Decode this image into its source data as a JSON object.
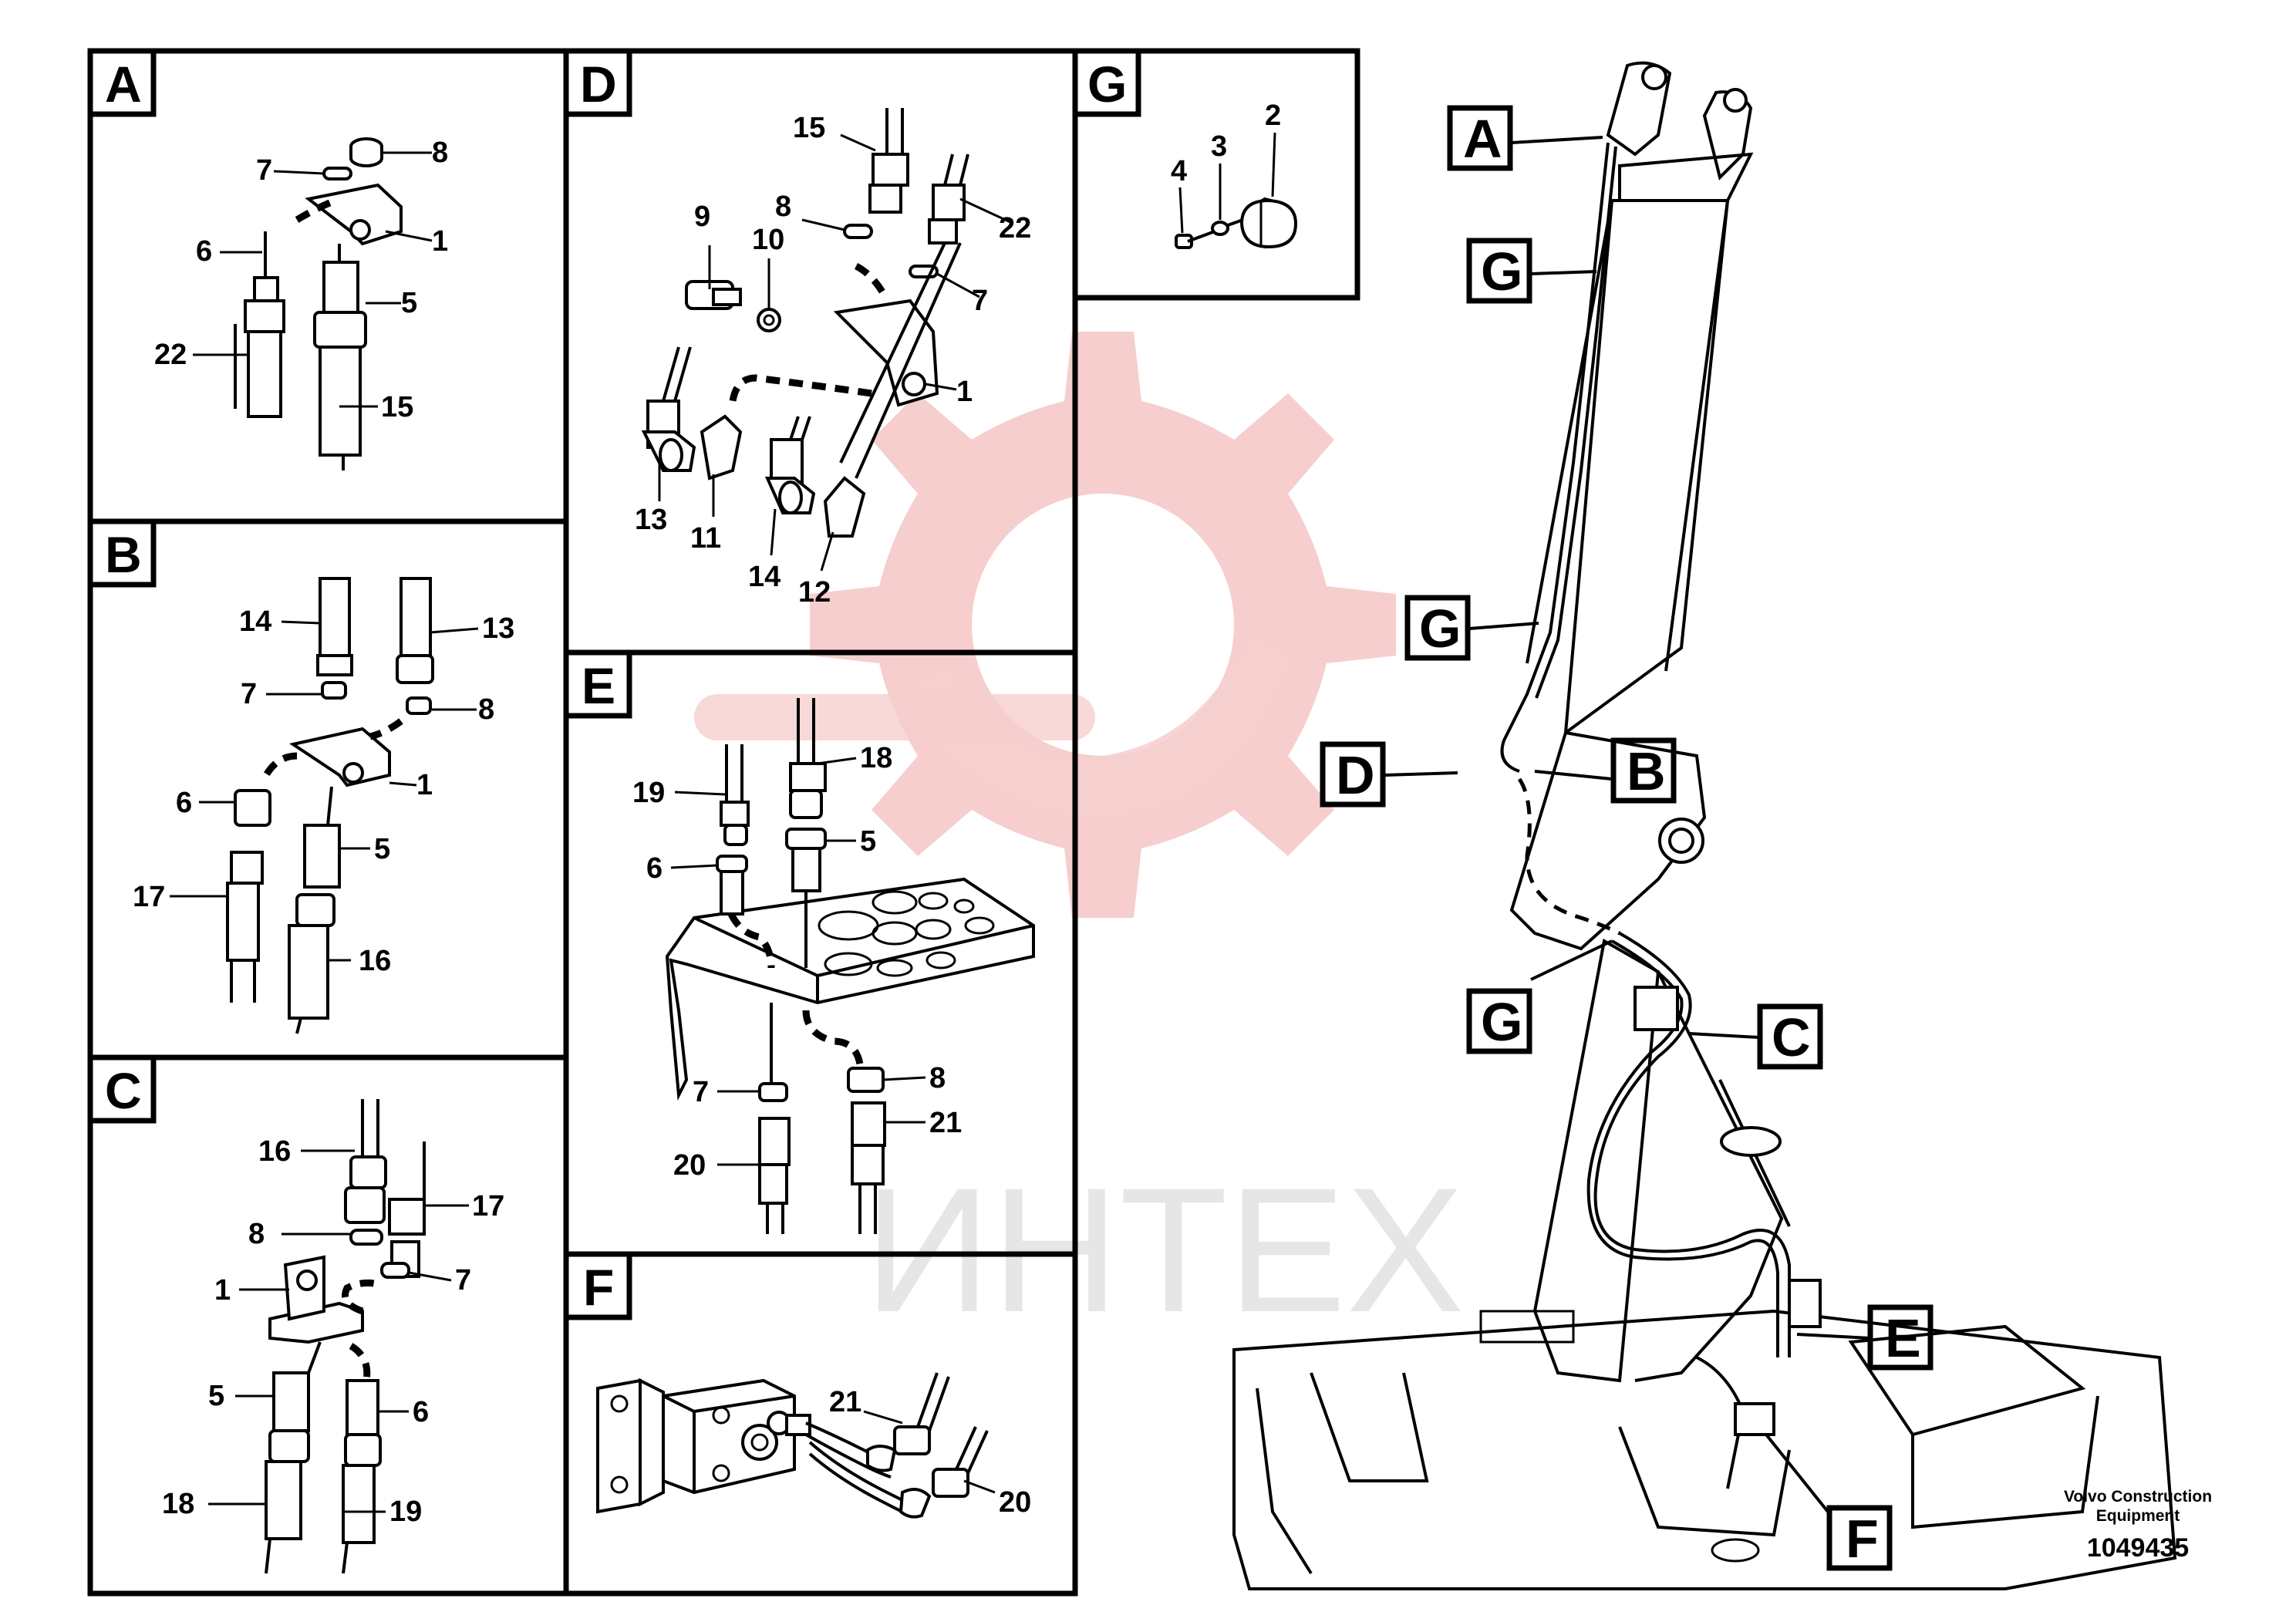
{
  "panels": [
    {
      "id": "A",
      "labels": [
        "7",
        "8",
        "6",
        "1",
        "5",
        "22",
        "15"
      ]
    },
    {
      "id": "B",
      "labels": [
        "14",
        "13",
        "7",
        "8",
        "6",
        "1",
        "5",
        "17",
        "16"
      ]
    },
    {
      "id": "C",
      "labels": [
        "16",
        "17",
        "8",
        "7",
        "1",
        "5",
        "6",
        "18",
        "19"
      ]
    },
    {
      "id": "D",
      "labels": [
        "15",
        "8",
        "22",
        "9",
        "10",
        "7",
        "1",
        "13",
        "11",
        "14",
        "12"
      ]
    },
    {
      "id": "E",
      "labels": [
        "18",
        "19",
        "5",
        "6",
        "7",
        "8",
        "20",
        "21"
      ]
    },
    {
      "id": "F",
      "labels": [
        "21",
        "20"
      ]
    },
    {
      "id": "G",
      "labels": [
        "2",
        "3",
        "4"
      ]
    }
  ],
  "callouts": [
    "A",
    "G",
    "G",
    "D",
    "B",
    "G",
    "C",
    "E",
    "F"
  ],
  "watermark": "ИНТЕХ",
  "caption": {
    "line1": "Volvo Construction",
    "line2": "Equipment",
    "doc_number": "1049435"
  },
  "colors": {
    "watermark_red": "#f5c6c6",
    "watermark_text": "#e6e6e6",
    "line": "#000000"
  }
}
